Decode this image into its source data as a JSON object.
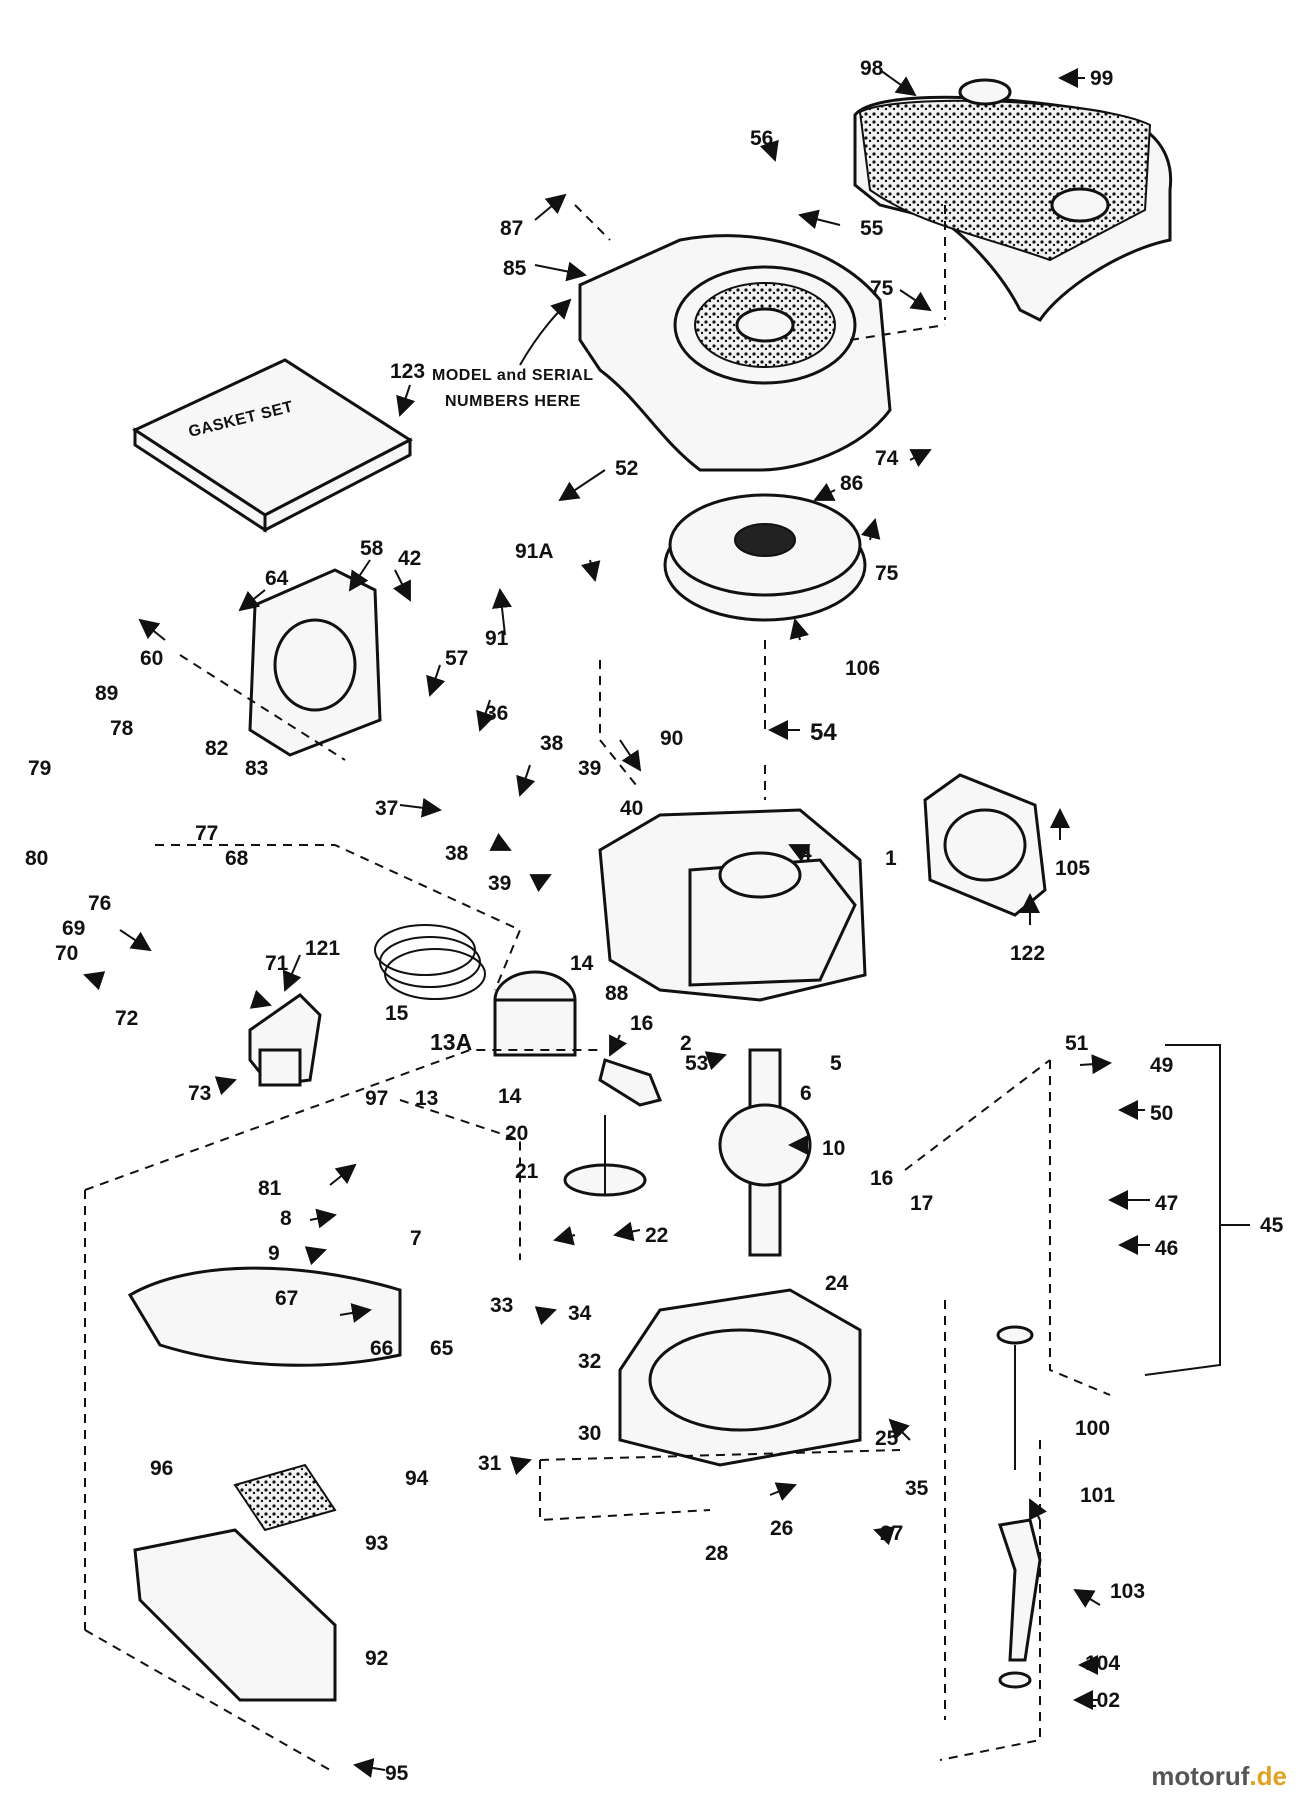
{
  "diagram": {
    "notes": {
      "gasket_set": "GASKET SET",
      "model_serial_1": "MODEL and SERIAL",
      "model_serial_2": "NUMBERS HERE"
    },
    "labels": [
      "98",
      "99",
      "56",
      "55",
      "87",
      "85",
      "75",
      "123",
      "52",
      "74",
      "86",
      "75b",
      "58",
      "64",
      "42",
      "91A",
      "106",
      "60",
      "91",
      "89",
      "57",
      "54",
      "78",
      "82",
      "36",
      "38",
      "90",
      "83",
      "39",
      "37",
      "40",
      "79",
      "77",
      "4",
      "80",
      "68",
      "1",
      "105",
      "38b",
      "39b",
      "76",
      "121",
      "69",
      "14",
      "88",
      "122",
      "70",
      "71",
      "15",
      "16",
      "2",
      "72",
      "13A",
      "53",
      "5",
      "6",
      "13",
      "73",
      "97",
      "14b",
      "51",
      "49",
      "50",
      "20",
      "10",
      "21",
      "16b",
      "17",
      "81",
      "47",
      "45",
      "8",
      "22",
      "9",
      "7",
      "46",
      "24",
      "67",
      "33",
      "34",
      "66",
      "65",
      "32",
      "30",
      "25",
      "100",
      "94",
      "96",
      "31",
      "35",
      "93",
      "101",
      "28",
      "26",
      "27",
      "103",
      "92",
      "104",
      "102",
      "95"
    ],
    "label_text": {
      "98": "98",
      "99": "99",
      "56": "56",
      "55": "55",
      "87": "87",
      "85": "85",
      "75": "75",
      "123": "123",
      "52": "52",
      "74": "74",
      "86": "86",
      "75b": "75",
      "58": "58",
      "64": "64",
      "42": "42",
      "91A": "91A",
      "106": "106",
      "60": "60",
      "91": "91",
      "89": "89",
      "57": "57",
      "54": "54",
      "78": "78",
      "82": "82",
      "36": "36",
      "38": "38",
      "90": "90",
      "83": "83",
      "39": "39",
      "37": "37",
      "40": "40",
      "79": "79",
      "77": "77",
      "4": "4",
      "80": "80",
      "68": "68",
      "1": "1",
      "105": "105",
      "38b": "38",
      "39b": "39",
      "76": "76",
      "121": "121",
      "69": "69",
      "14": "14",
      "88": "88",
      "122": "122",
      "70": "70",
      "71": "71",
      "15": "15",
      "16": "16",
      "2": "2",
      "72": "72",
      "13A": "13A",
      "53": "53",
      "5": "5",
      "6": "6",
      "13": "13",
      "73": "73",
      "97": "97",
      "14b": "14",
      "51": "51",
      "49": "49",
      "50": "50",
      "20": "20",
      "10": "10",
      "21": "21",
      "16b": "16",
      "17": "17",
      "81": "81",
      "47": "47",
      "45": "45",
      "8": "8",
      "22": "22",
      "9": "9",
      "7": "7",
      "46": "46",
      "24": "24",
      "67": "67",
      "33": "33",
      "34": "34",
      "66": "66",
      "65": "65",
      "32": "32",
      "30": "30",
      "25": "25",
      "100": "100",
      "94": "94",
      "96": "96",
      "31": "31",
      "35": "35",
      "93": "93",
      "101": "101",
      "28": "28",
      "26": "26",
      "27": "27",
      "103": "103",
      "92": "92",
      "104": "104",
      "102": "102",
      "95": "95"
    }
  },
  "watermark": {
    "brand": "motoruf",
    "suffix": ".de"
  },
  "icons": {
    "arrow": "arrow-head-icon"
  }
}
